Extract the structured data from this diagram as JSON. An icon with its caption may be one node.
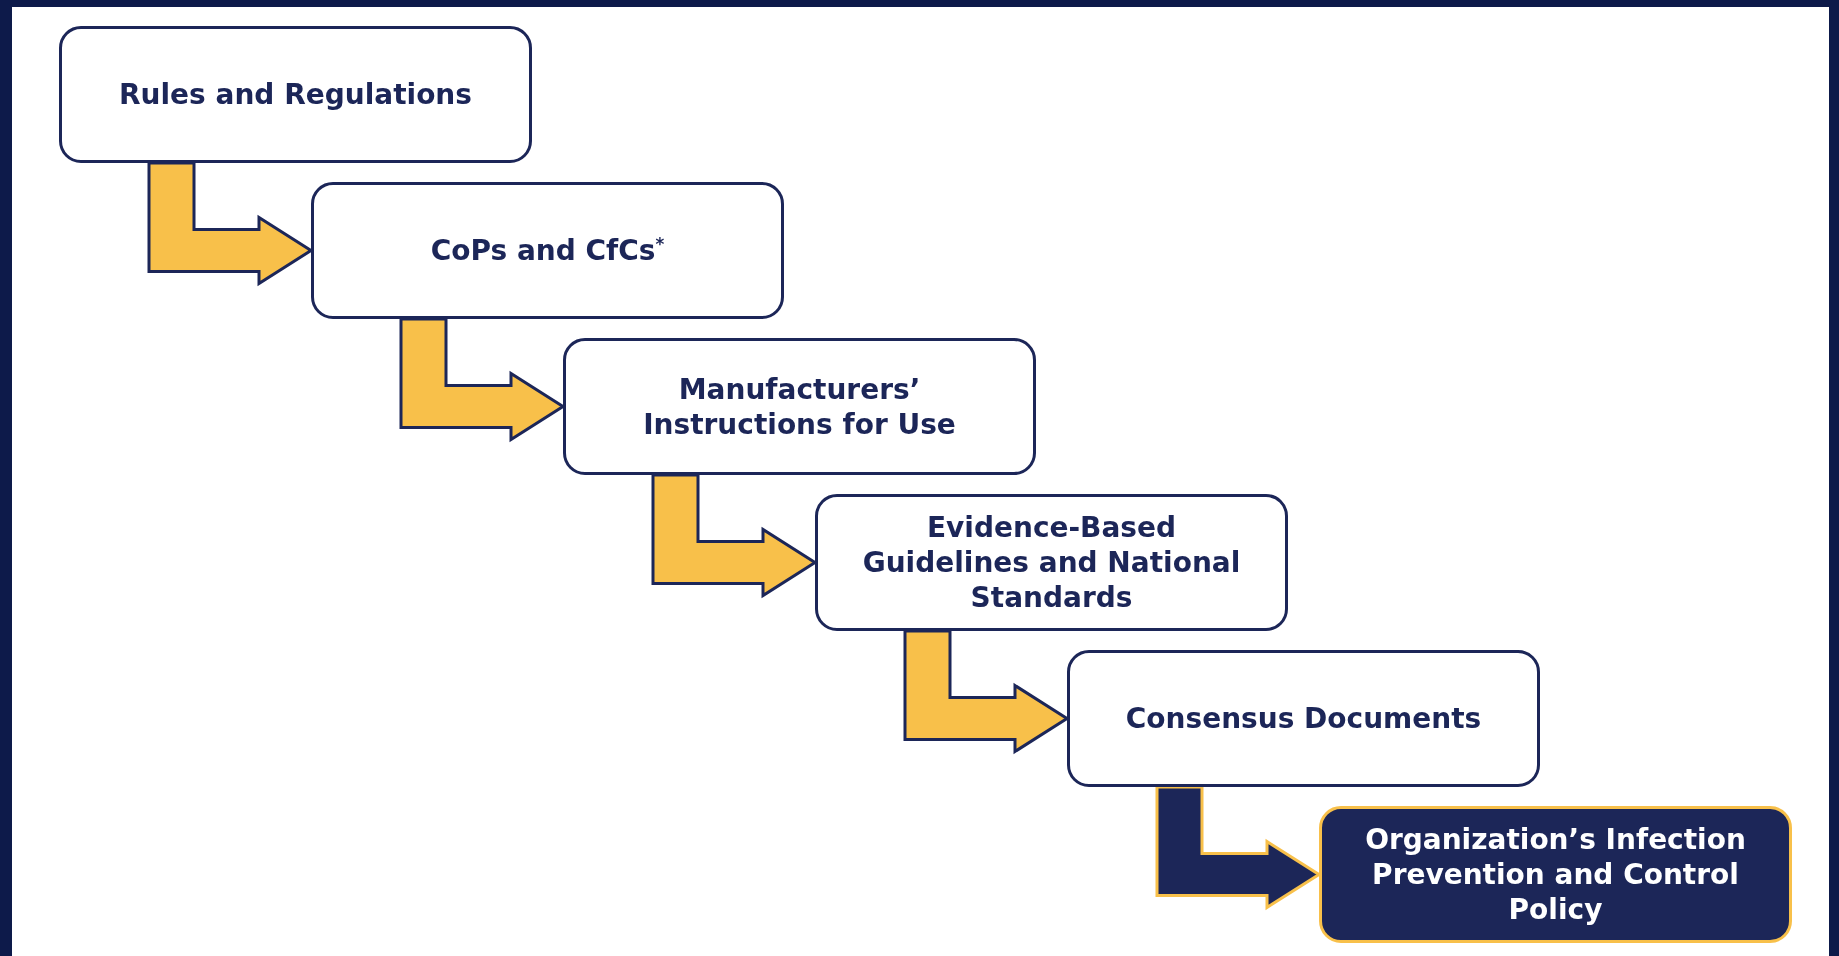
{
  "diagram": {
    "nodes": [
      {
        "text": [
          "Rules and Regulations"
        ]
      },
      {
        "text": [
          "CoPs and CfCs$^{*}$"
        ]
      },
      {
        "text": [
          "Manufacturers’ Instructions for Use"
        ]
      },
      {
        "text": [
          "Evidence-Based Guidelines and National Standards"
        ]
      },
      {
        "text": [
          "Consensus Documents"
        ]
      },
      {
        "text": [
          "Organization’s Infection Prevention and Control Policy"
        ]
      }
    ],
    "edges": [
      {
        "from": 0,
        "to": 1,
        "arrow": "to"
      },
      {
        "from": 1,
        "to": 2,
        "arrow": "to"
      },
      {
        "from": 2,
        "to": 3,
        "arrow": "to"
      },
      {
        "from": 3,
        "to": 4,
        "arrow": "to"
      },
      {
        "from": 4,
        "to": 5,
        "arrow": "to",
        "color": "#1c2658"
      }
    ]
  }
}
